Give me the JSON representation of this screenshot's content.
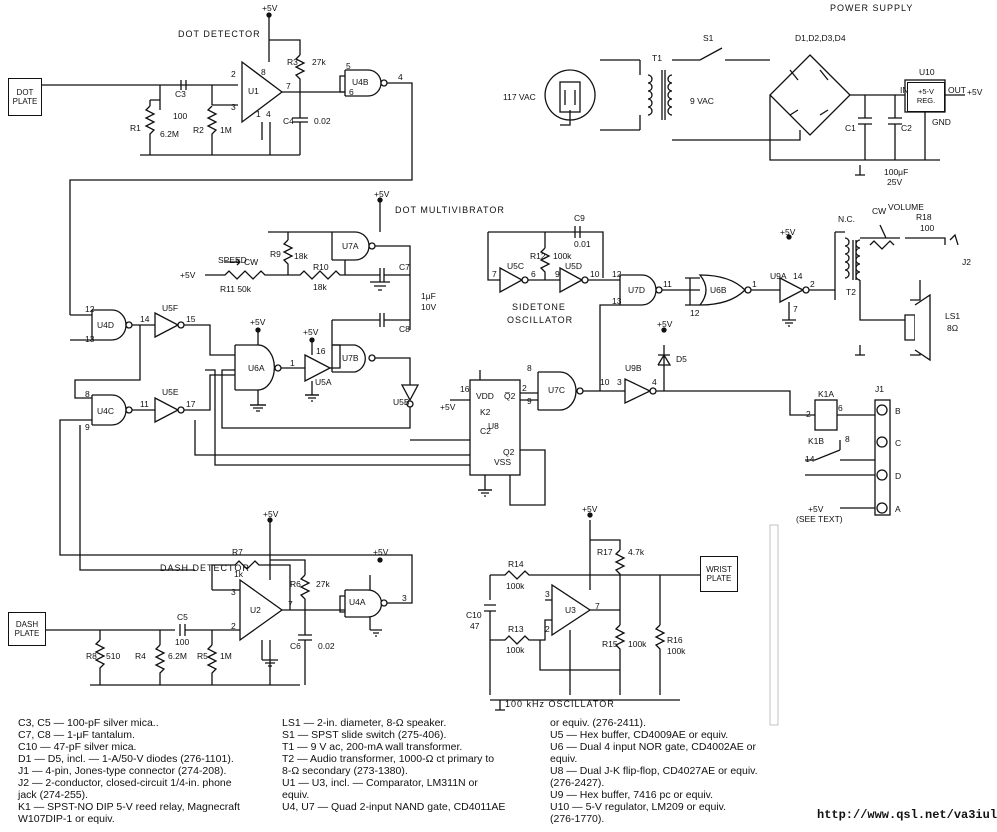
{
  "sections": {
    "dot_detector": "DOT DETECTOR",
    "dot_multivibrator": "DOT MULTIVIBRATOR",
    "power_supply": "POWER SUPPLY",
    "sidetone_1": "SIDETONE",
    "sidetone_2": "OSCILLATOR",
    "dash_detector": "DASH DETECTOR",
    "oscillator_100khz": "100 kHz OSCILLATOR"
  },
  "boxes": {
    "dot_plate": "DOT PLATE",
    "dash_plate": "DASH PLATE",
    "wrist_plate": "WRIST PLATE",
    "u10": "+5-V REG."
  },
  "supply": "+5V",
  "labels": {
    "u1": "U1",
    "u2": "U2",
    "u3": "U3",
    "u4a": "U4A",
    "u4b": "U4B",
    "u4c": "U4C",
    "u4d": "U4D",
    "u5a": "U5A",
    "u5b": "U5B",
    "u5c": "U5C",
    "u5d": "U5D",
    "u5e": "U5E",
    "u5f": "U5F",
    "u6a": "U6A",
    "u6b": "U6B",
    "u7a": "U7A",
    "u7b": "U7B",
    "u7c": "U7C",
    "u7d": "U7D",
    "u8": "U8",
    "u9a": "U9A",
    "u9b": "U9B",
    "u10": "U10",
    "r1": "R1",
    "r1_val": "6.2M",
    "r2": "R2",
    "r2_val": "1M",
    "r3": "R3",
    "r3_val": "27k",
    "c3": "C3",
    "c3_val": "100",
    "c4": "C4",
    "c4_val": "0.02",
    "r4": "R4",
    "r4_val": "6.2M",
    "r5": "R5",
    "r5_val": "1M",
    "r6": "R6",
    "r6_val": "27k",
    "r7": "R7",
    "r7_val": "1k",
    "r8": "R8",
    "r8_val": "510",
    "c5": "C5",
    "c5_val": "100",
    "c6": "C6",
    "c6_val": "0.02",
    "r9": "R9",
    "r9_val": "18k",
    "r10": "R10",
    "r10_val": "18k",
    "r11": "R11 50k",
    "speed": "SPEED",
    "cw": "CW",
    "c7": "C7",
    "c8": "C8",
    "c78_val_1": "1μF",
    "c78_val_2": "10V",
    "c9": "C9",
    "c9_val": "0.01",
    "r12": "R12",
    "r12_val": "100k",
    "r13": "R13",
    "r13_val": "100k",
    "r14": "R14",
    "r14_val": "100k",
    "r15": "R15",
    "r15_val": "100k",
    "r16": "R16",
    "r16_val": "100k",
    "r17": "R17",
    "r17_val": "4.7k",
    "c10": "C10",
    "c10_val": "47",
    "r18": "R18",
    "r18_val": "100",
    "volume": "VOLUME",
    "t1": "T1",
    "t2": "T2",
    "s1": "S1",
    "diodes": "D1,D2,D3,D4",
    "d5": "D5",
    "vac117": "117 VAC",
    "vac9": "9 VAC",
    "c1": "C1",
    "c2": "C2",
    "cap_val_1": "100μF",
    "cap_val_2": "25V",
    "in": "IN",
    "out": "OUT",
    "gnd": "GND",
    "nc": "N.C.",
    "j1": "J1",
    "j2": "J2",
    "ls1": "LS1",
    "ls1_val": "8Ω",
    "k1a": "K1A",
    "k1b": "K1B",
    "jack_b": "B",
    "jack_c": "C",
    "jack_d": "D",
    "jack_a": "A",
    "see_text": "(SEE TEXT)",
    "u8_vdd": "VDD",
    "u8_vss": "VSS",
    "u8_k2": "K2",
    "u8_c2": "C2",
    "u8_q2": "Q2",
    "u8_q2b": "Q̅2",
    "pin_1": "1",
    "pin_2": "2",
    "pin_3": "3",
    "pin_4": "4",
    "pin_5": "5",
    "pin_6": "6",
    "pin_7": "7",
    "pin_8": "8",
    "pin_9": "9",
    "pin_10": "10",
    "pin_11": "11",
    "pin_12": "12",
    "pin_13": "13",
    "pin_14": "14",
    "pin_15": "15",
    "pin_16": "16",
    "pin_17": "17"
  },
  "parts_list_left": [
    "C3, C5 — 100-pF silver mica..",
    "C7, C8 — 1-μF tantalum.",
    "C10 — 47-pF silver mica.",
    "D1 — D5, incl. — 1-A/50-V diodes (276-1101).",
    "J1 — 4-pin, Jones-type connector (274-208).",
    "J2 — 2-conductor, closed-circuit 1/4-in. phone",
    "     jack (274-255).",
    "K1 — SPST-NO DIP 5-V reed relay, Magnecraft",
    "     W107DIP-1 or equiv."
  ],
  "parts_list_mid": [
    "LS1 — 2-in. diameter, 8-Ω speaker.",
    "S1 — SPST slide switch (275-406).",
    "T1 — 9 V ac, 200-mA wall transformer.",
    "T2 — Audio transformer, 1000-Ω ct primary to",
    "     8-Ω secondary (273-1380).",
    "U1 — U3, incl. — Comparator, LM311N or",
    "     equiv.",
    "U4, U7 — Quad 2-input NAND gate, CD4011AE"
  ],
  "parts_list_right": [
    "or equiv. (276-2411).",
    "U5 — Hex buffer, CD4009AE or equiv.",
    "U6 — Dual 4 input NOR gate, CD4002AE or",
    "     equiv.",
    "U8 — Dual J-K flip-flop, CD4027AE or equiv.",
    "     (276-2427).",
    "U9 — Hex buffer, 7416 pc or equiv.",
    "U10 — 5-V regulator, LM209 or equiv.",
    "     (276-1770)."
  ],
  "url": "http://www.qsl.net/va3iul"
}
